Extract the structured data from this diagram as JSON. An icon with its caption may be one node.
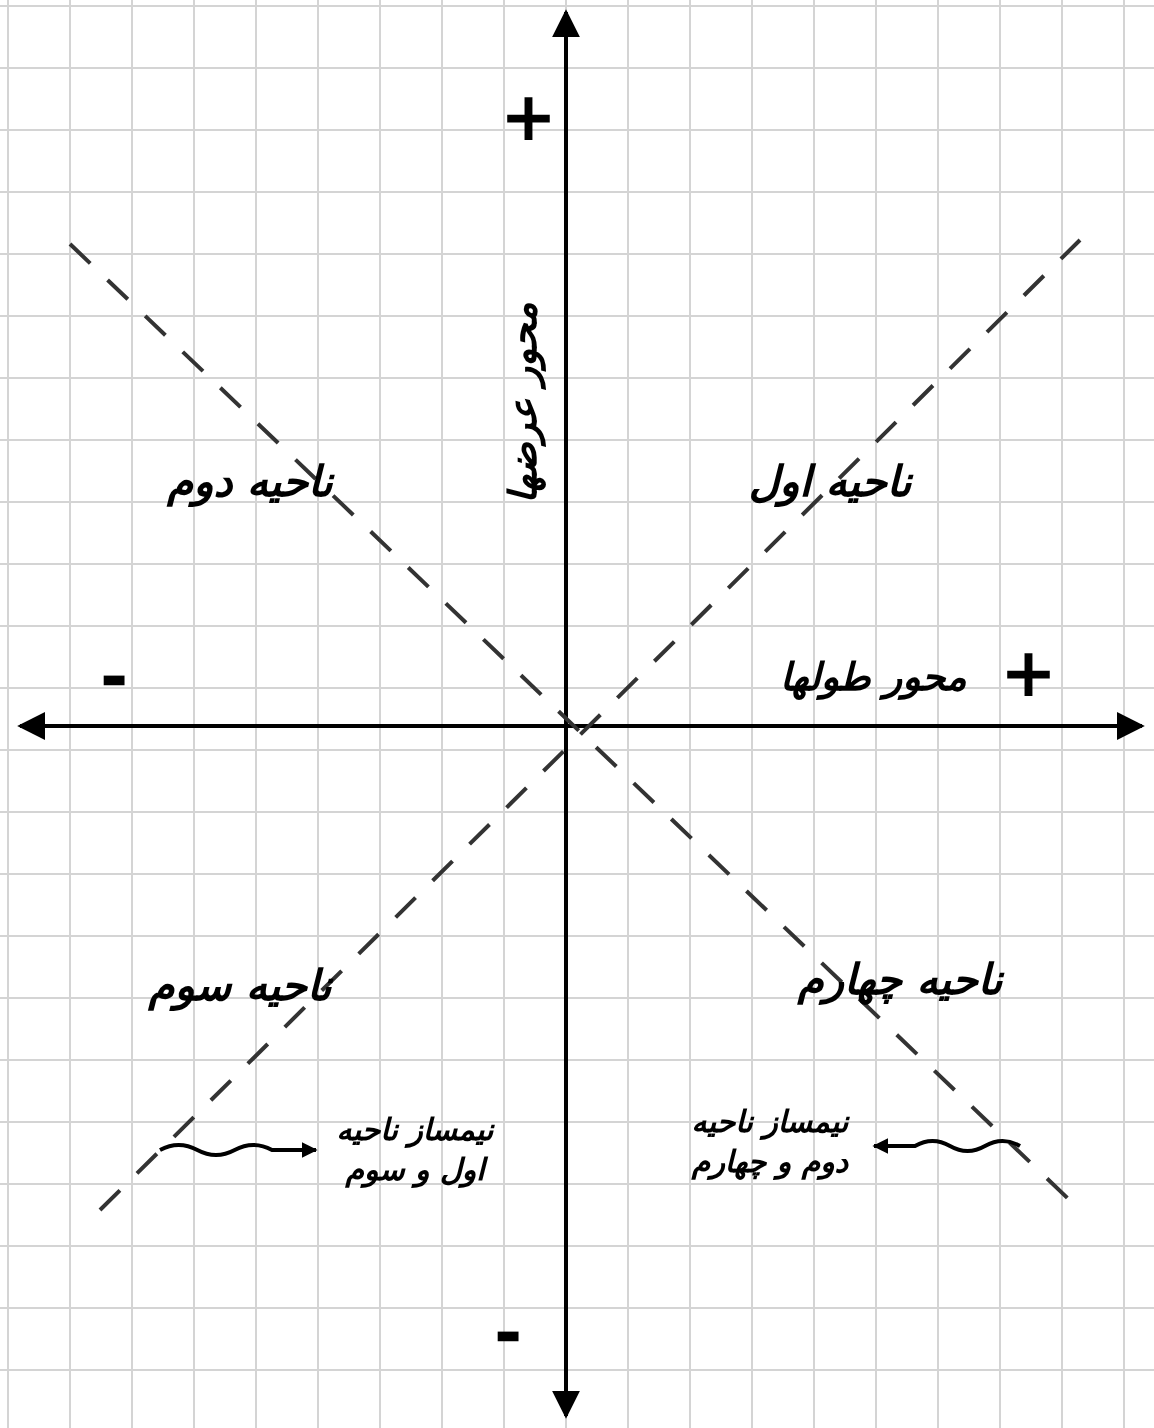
{
  "diagram": {
    "nodes": [
      {
        "text": [
          "ناحیه اول"
        ]
      },
      {
        "text": [
          "ناحیه دوم"
        ]
      },
      {
        "text": [
          "ناحیه سوم"
        ]
      },
      {
        "text": [
          "ناحیه چهارم"
        ]
      },
      {
        "text": [
          "نیمساز ناحیه اول و سوم"
        ]
      },
      {
        "text": [
          "نیمساز ناحیه دوم و چهارم"
        ]
      }
    ],
    "edges": [
      {
        "from": null,
        "to": 4,
        "arrow": "to"
      },
      {
        "from": null,
        "to": 5,
        "arrow": "to"
      }
    ],
    "labels": [
      "+",
      "محور عرضها",
      "-",
      "محور طولها",
      "+",
      "-"
    ]
  }
}
